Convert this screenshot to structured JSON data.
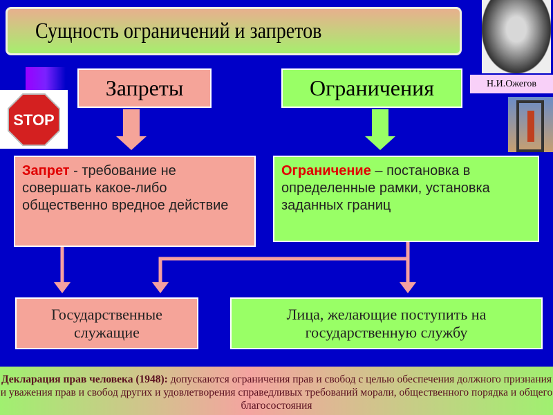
{
  "title": "Сущность ограничений и запретов",
  "portrait_caption": "Н.И.Ожегов",
  "stop_sign": "STOP",
  "left_header": "Запреты",
  "right_header": "Ограничения",
  "left_def": {
    "term": "Запрет",
    "text": " - требование не совершать какое-либо общественно вредное действие"
  },
  "right_def": {
    "term": "Ограничение",
    "text": " – постановка в определенные рамки, установка заданных границ"
  },
  "left_result": "Государственные служащие",
  "right_result": "Лица, желающие поступить на государственную службу",
  "declaration": {
    "title": "Декларация прав человека (1948):",
    "text": " допускаются ограничения прав и свобод с целью обеспечения должного признания и уважения прав и свобод других и удовлетворения справедливых требований морали, общественного порядка и общего благосостояния"
  }
}
